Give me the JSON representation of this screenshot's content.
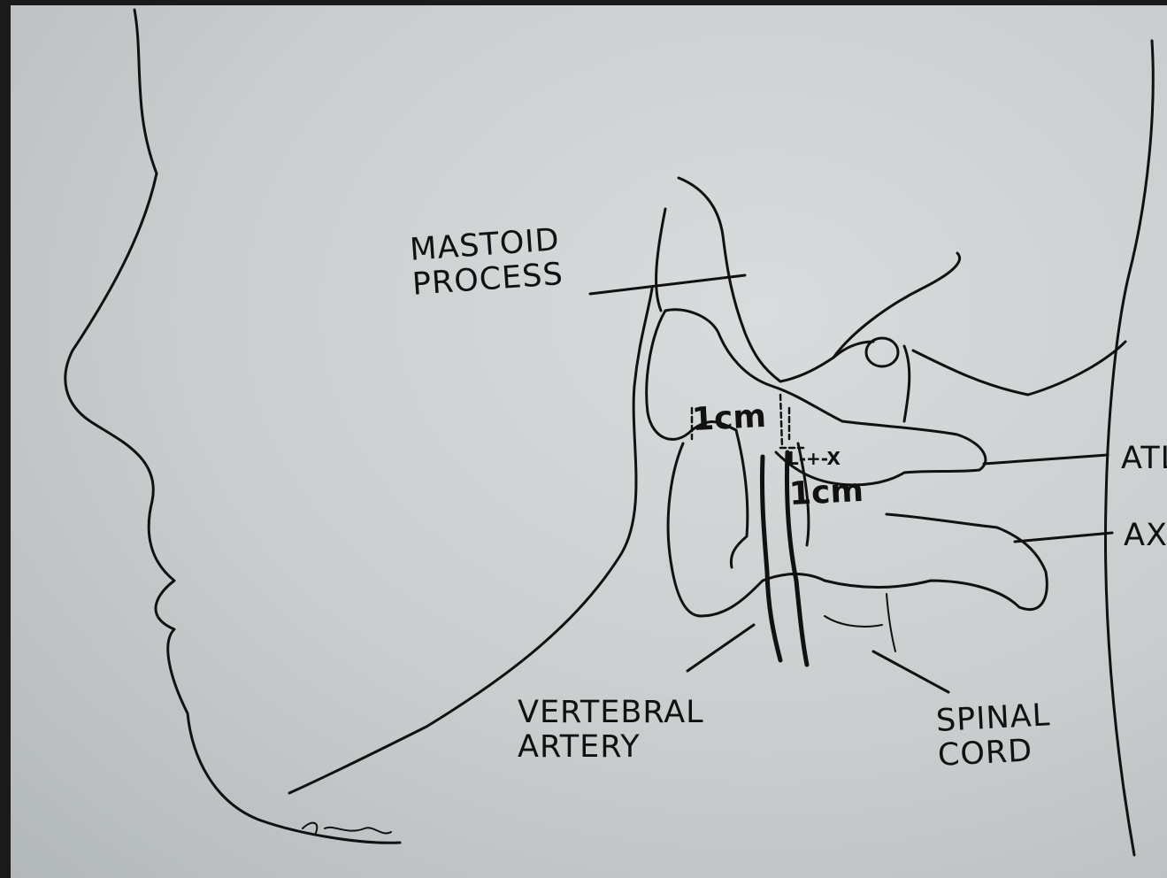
{
  "labels": {
    "mastoid_line1": "MASTOID",
    "mastoid_line2": "PROCESS",
    "vertebral_line1": "VERTEBRAL",
    "vertebral_line2": "ARTERY",
    "spinal_line1": "SPINAL",
    "spinal_line2": "CORD",
    "atlas_partial": "ATL",
    "axis_partial": "AX",
    "measure_top": "1cm",
    "measure_bottom": "1cm",
    "measure_mark": "L-+-X"
  },
  "colors": {
    "paper": "#c9cdce",
    "ink": "#111111",
    "background": "#1a1a1a"
  }
}
